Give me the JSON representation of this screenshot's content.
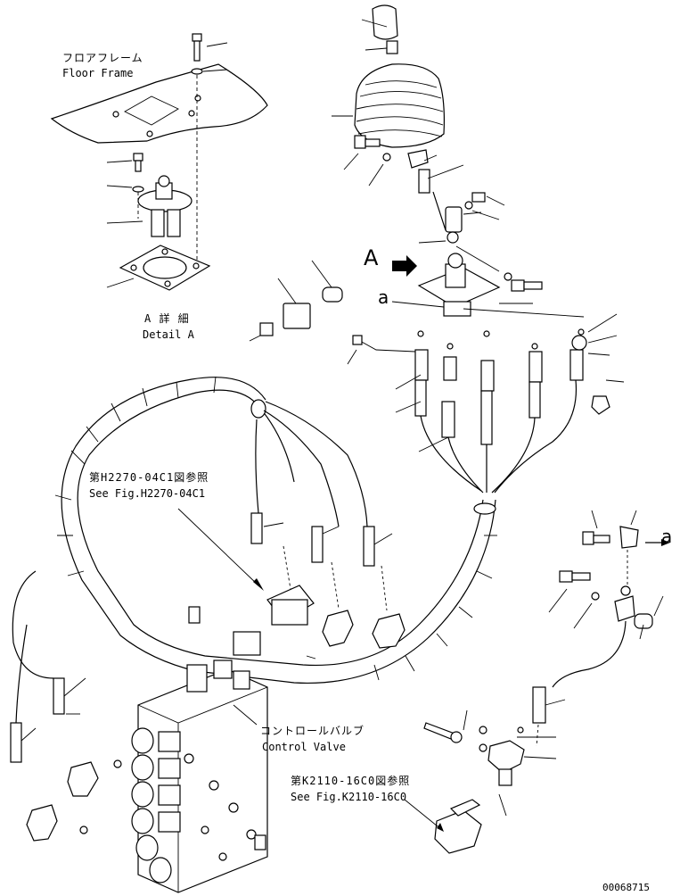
{
  "labels": {
    "floor_frame_jp": "フロアフレーム",
    "floor_frame_en": "Floor Frame",
    "detail_a_jp": "A 詳 細",
    "detail_a_en": "Detail A",
    "view_a": "A",
    "ref_a_left": "a",
    "ref_a_right": "a",
    "fig_h2270_jp": "第H2270-04C1図参照",
    "fig_h2270_en": "See Fig.H2270-04C1",
    "control_valve_jp": "コントロールバルブ",
    "control_valve_en": "Control Valve",
    "fig_k2110_jp": "第K2110-16C0図参照",
    "fig_k2110_en": "See Fig.K2110-16C0",
    "drawing_number": "00068715"
  }
}
